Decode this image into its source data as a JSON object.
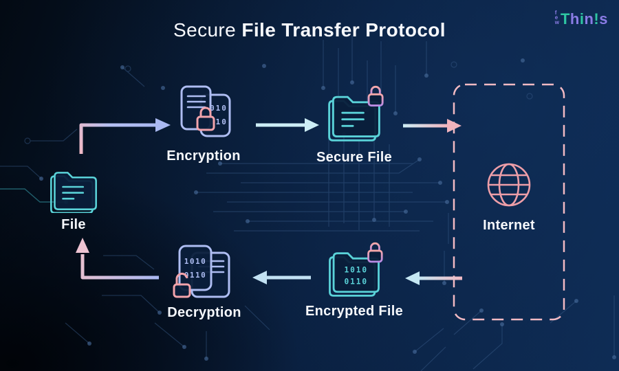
{
  "title": {
    "light": "Secure",
    "bold": "File Transfer Protocol"
  },
  "logo": {
    "stack": "few",
    "letters": [
      {
        "ch": "T",
        "color": "#2fc7a3"
      },
      {
        "ch": "h",
        "color": "#8b7ce6"
      },
      {
        "ch": "i",
        "color": "#2fc7a3"
      },
      {
        "ch": "n",
        "color": "#8b7ce6"
      },
      {
        "ch": "!",
        "color": "#2fc7a3"
      },
      {
        "ch": "s",
        "color": "#8b7ce6"
      }
    ]
  },
  "nodes": {
    "file": {
      "label": "File"
    },
    "encryption": {
      "label": "Encryption",
      "binary": [
        "010",
        "110"
      ]
    },
    "secure_file": {
      "label": "Secure File"
    },
    "internet": {
      "label": "Internet"
    },
    "encrypted_file": {
      "label": "Encrypted File",
      "binary": [
        "1010",
        "0110"
      ]
    },
    "decryption": {
      "label": "Decryption",
      "binary": [
        "1010",
        "0110"
      ]
    }
  },
  "colors": {
    "background_dark": "#030a13",
    "background_navy": "#0e2c55",
    "teal": "#5ad2d8",
    "lavender": "#aebdf2",
    "pink": "#f2a3ab",
    "pink_light": "#f2bac3",
    "purple": "#b98be5",
    "arrow_cyan": "#cdeef6",
    "arrow_blue": "#c2e1f3",
    "white": "#f6f8fc",
    "circuit": "#3a5d8a"
  }
}
